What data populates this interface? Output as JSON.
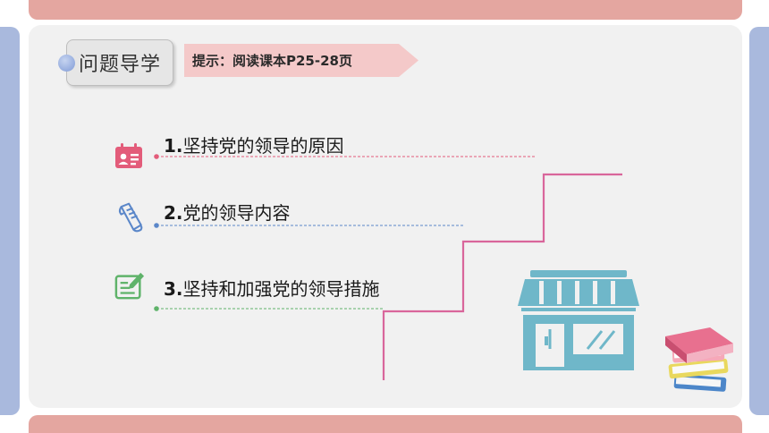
{
  "section_tag": {
    "label": "问题导学"
  },
  "hint": {
    "text": "提示：阅读课本P25-28页"
  },
  "items": [
    {
      "number": "1.",
      "text": "坚持党的领导的原因"
    },
    {
      "number": "2.",
      "text": "党的领导内容"
    },
    {
      "number": "3.",
      "text": "坚持和加强党的领导措施"
    }
  ],
  "icons": {
    "item1": "id-card-icon",
    "item2": "scroll-icon",
    "item3": "notepad-pen-icon",
    "decor_store": "storefront-icon",
    "decor_books": "book-stack-icon"
  },
  "colors": {
    "frame_pink": "#e4a6a0",
    "frame_blue": "#a9b9dd",
    "panel": "#f1f1f1",
    "accent_pink": "#e35c7a",
    "accent_blue": "#5b87c9",
    "accent_green": "#5fb36a",
    "stair_line": "#d9669b",
    "store_teal": "#6fb7c9"
  }
}
